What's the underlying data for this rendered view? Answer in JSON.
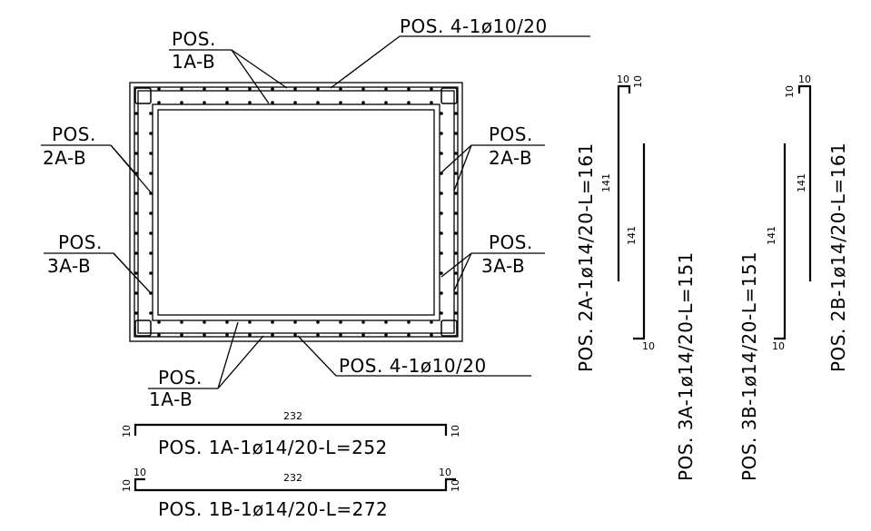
{
  "labels": {
    "pos4_top": "POS. 4-1ø10/20",
    "pos4_bottom": "POS. 4-1ø10/20",
    "pos1_top_a": "POS.",
    "pos1_top_b": "1A-B",
    "pos1_bot_a": "POS.",
    "pos1_bot_b": "1A-B",
    "pos2_left_a": "POS.",
    "pos2_left_b": "2A-B",
    "pos2_right_a": "POS.",
    "pos2_right_b": "2A-B",
    "pos3_left_a": "POS.",
    "pos3_left_b": "3A-B",
    "pos3_right_a": "POS.",
    "pos3_right_b": "3A-B"
  },
  "bars": {
    "b1a": {
      "title": "POS. 1A-1ø14/20-L=252",
      "length": "232",
      "hook_left": "10",
      "hook_right": "10"
    },
    "b1b": {
      "title": "POS. 1B-1ø14/20-L=272",
      "length": "232",
      "hook_left_h": "10",
      "hook_left_v": "10",
      "hook_right_h": "10",
      "hook_right_v": "10"
    },
    "b2a": {
      "title": "POS. 2A-1ø14/20-L=161",
      "length": "141",
      "hook_h": "10",
      "hook_v": "10"
    },
    "b3a": {
      "title": "POS. 3A-1ø14/20-L=151",
      "length": "141",
      "hook": "10"
    },
    "b3b": {
      "title": "POS. 3B-1ø14/20-L=151",
      "length": "141",
      "hook": "10"
    },
    "b2b": {
      "title": "POS. 2B-1ø14/20-L=161",
      "length": "141",
      "hook_h": "10",
      "hook_v": "10"
    }
  }
}
